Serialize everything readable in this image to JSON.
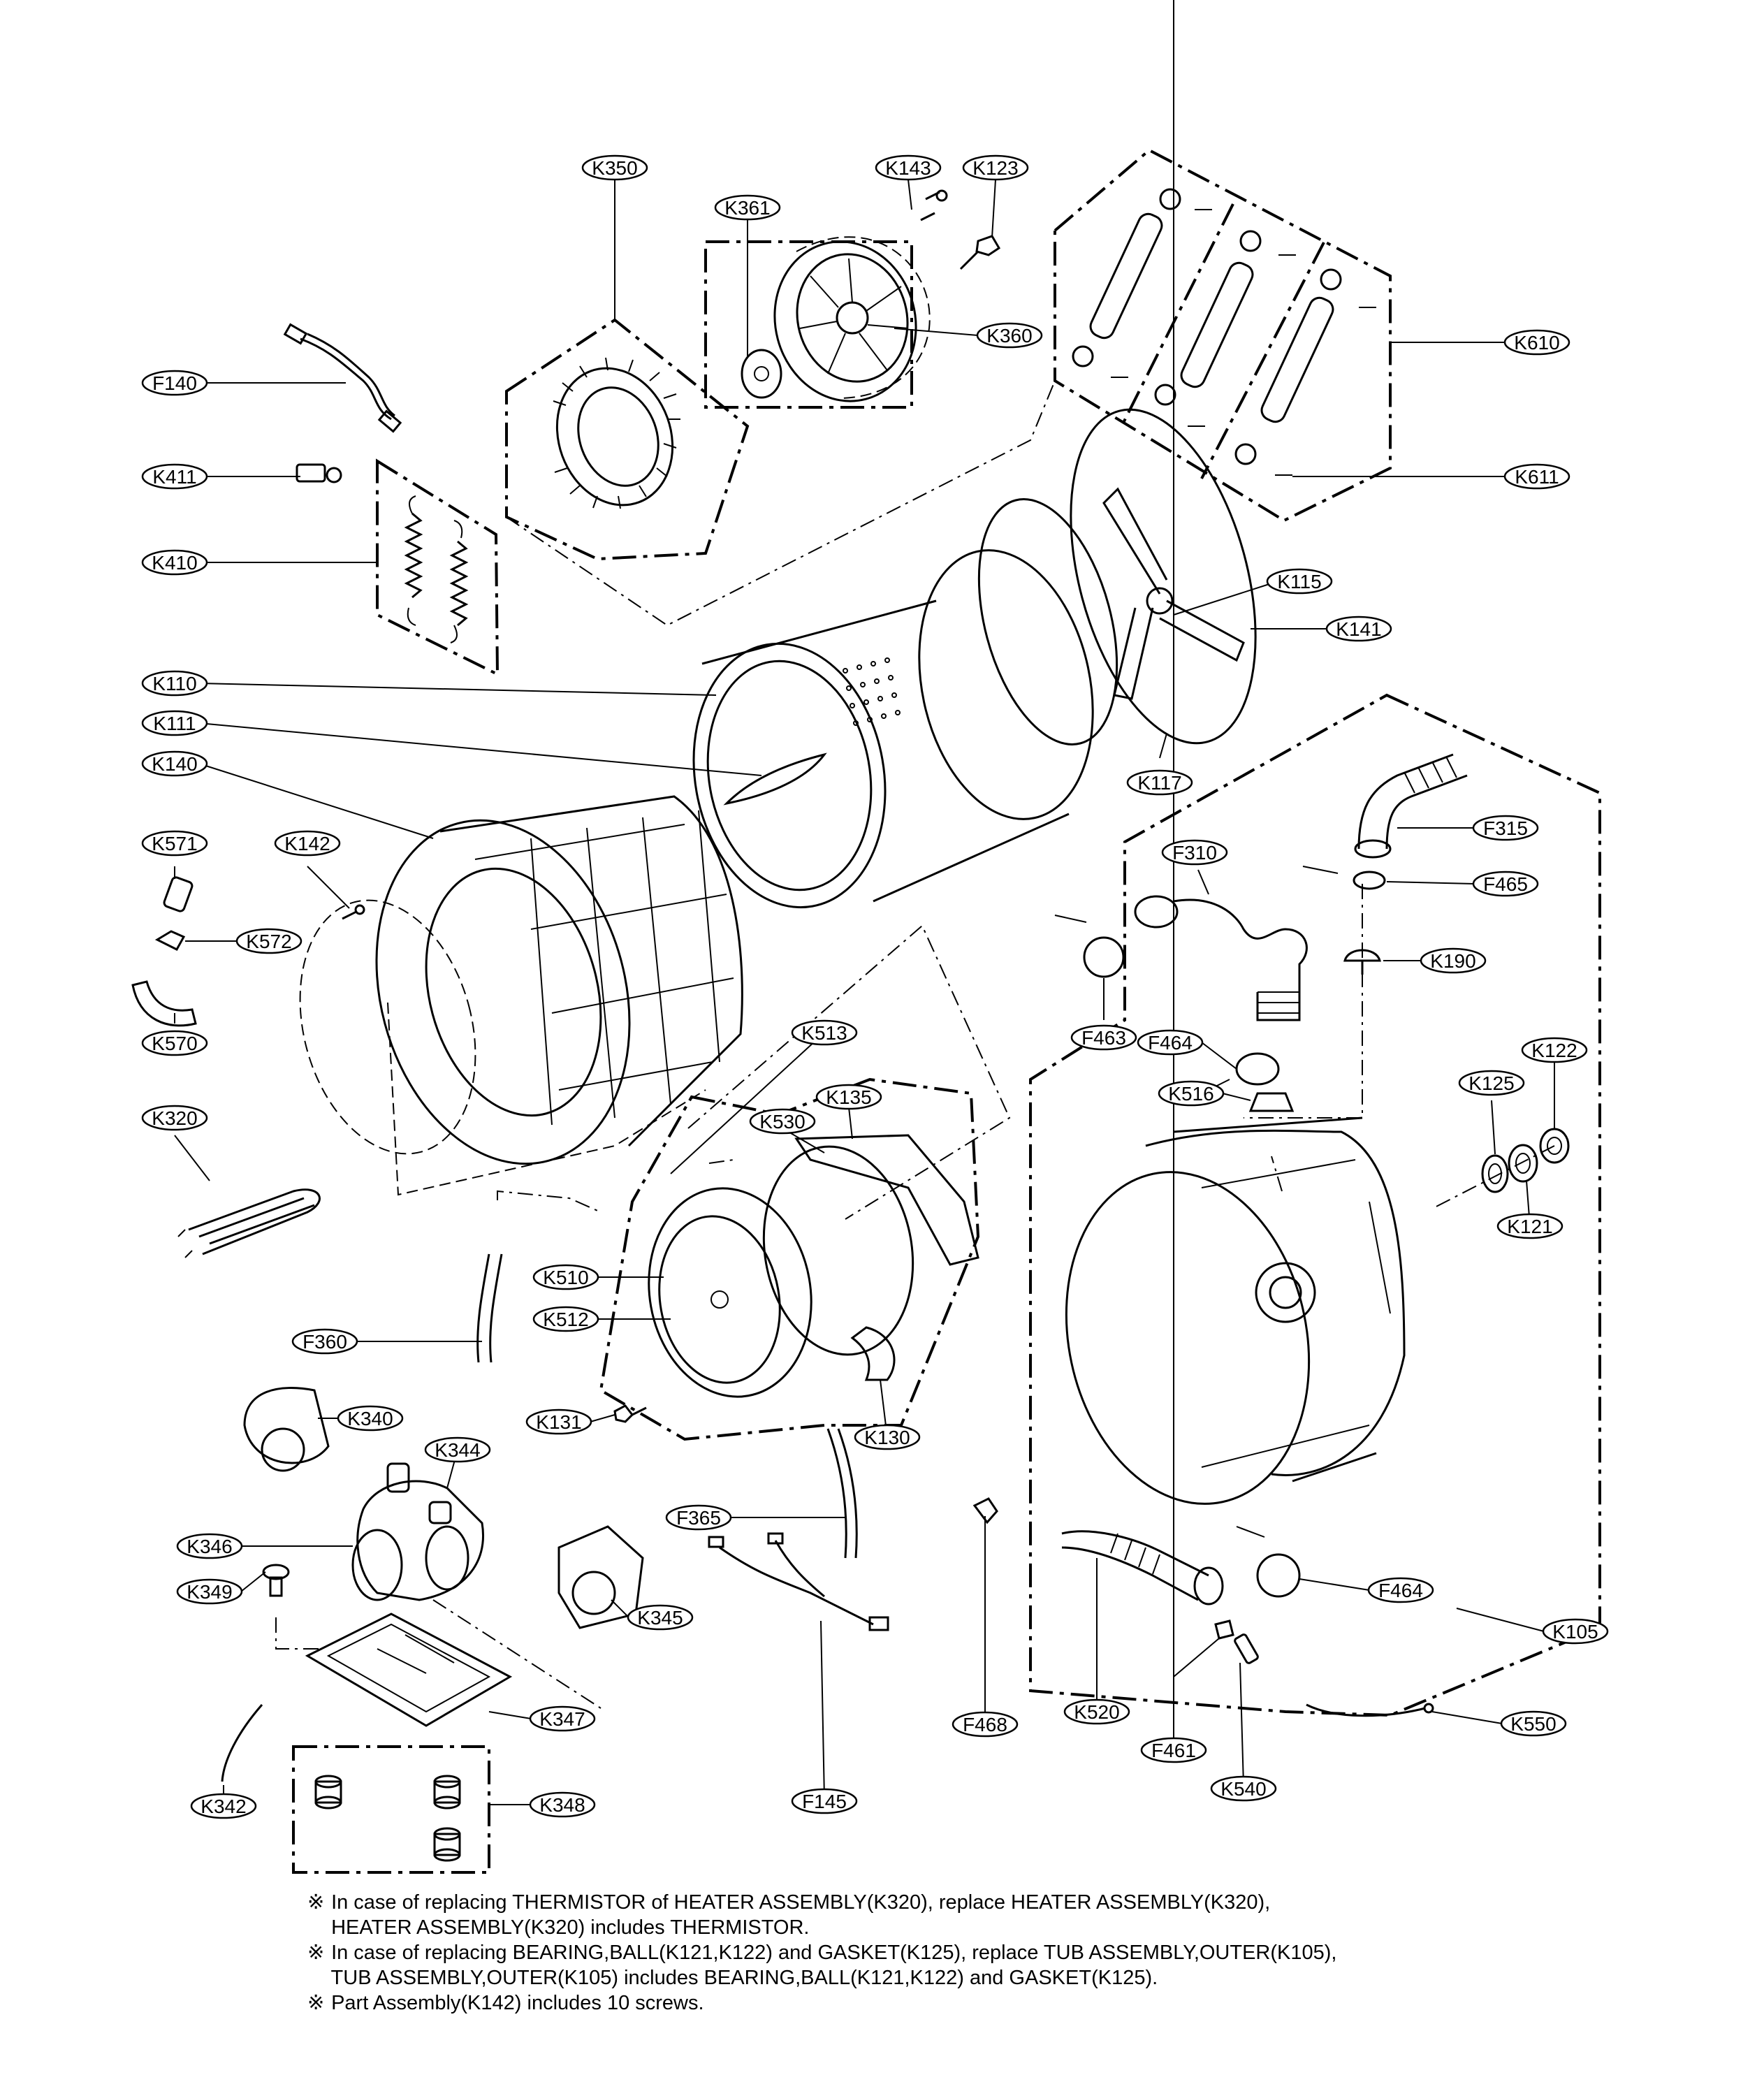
{
  "labels": {
    "K350": "K350",
    "K361": "K361",
    "K143": "K143",
    "K123": "K123",
    "K360": "K360",
    "K610": "K610",
    "K611": "K611",
    "F140": "F140",
    "K411": "K411",
    "K410": "K410",
    "K115": "K115",
    "K141": "K141",
    "K110": "K110",
    "K111": "K111",
    "K140": "K140",
    "K117": "K117",
    "K571": "K571",
    "K142": "K142",
    "K572": "K572",
    "K570": "K570",
    "F315": "F315",
    "F310": "F310",
    "F465": "F465",
    "F463": "F463",
    "K190": "K190",
    "K513": "K513",
    "F464a": "F464",
    "K125": "K125",
    "K122": "K122",
    "K516": "K516",
    "K320": "K320",
    "K530": "K530",
    "K135": "K135",
    "K121": "K121",
    "K510": "K510",
    "K512": "K512",
    "F360": "F360",
    "K340": "K340",
    "K131": "K131",
    "K130": "K130",
    "K344": "K344",
    "F365": "F365",
    "K346": "K346",
    "F464b": "F464",
    "K349": "K349",
    "K345": "K345",
    "K105": "K105",
    "K347": "K347",
    "K520": "K520",
    "F468": "F468",
    "F461": "F461",
    "K550": "K550",
    "K342": "K342",
    "K348": "K348",
    "F145": "F145",
    "K540": "K540"
  },
  "notes": {
    "mark": "※",
    "n1_line1": "In case of replacing THERMISTOR of HEATER ASSEMBLY(K320), replace HEATER ASSEMBLY(K320),",
    "n1_line2": "HEATER ASSEMBLY(K320) includes THERMISTOR.",
    "n2_line1": "In case of replacing BEARING,BALL(K121,K122) and GASKET(K125), replace TUB ASSEMBLY,OUTER(K105),",
    "n2_line2": "TUB ASSEMBLY,OUTER(K105) includes BEARING,BALL(K121,K122) and GASKET(K125).",
    "n3_line1": "Part Assembly(K142) includes 10 screws."
  }
}
